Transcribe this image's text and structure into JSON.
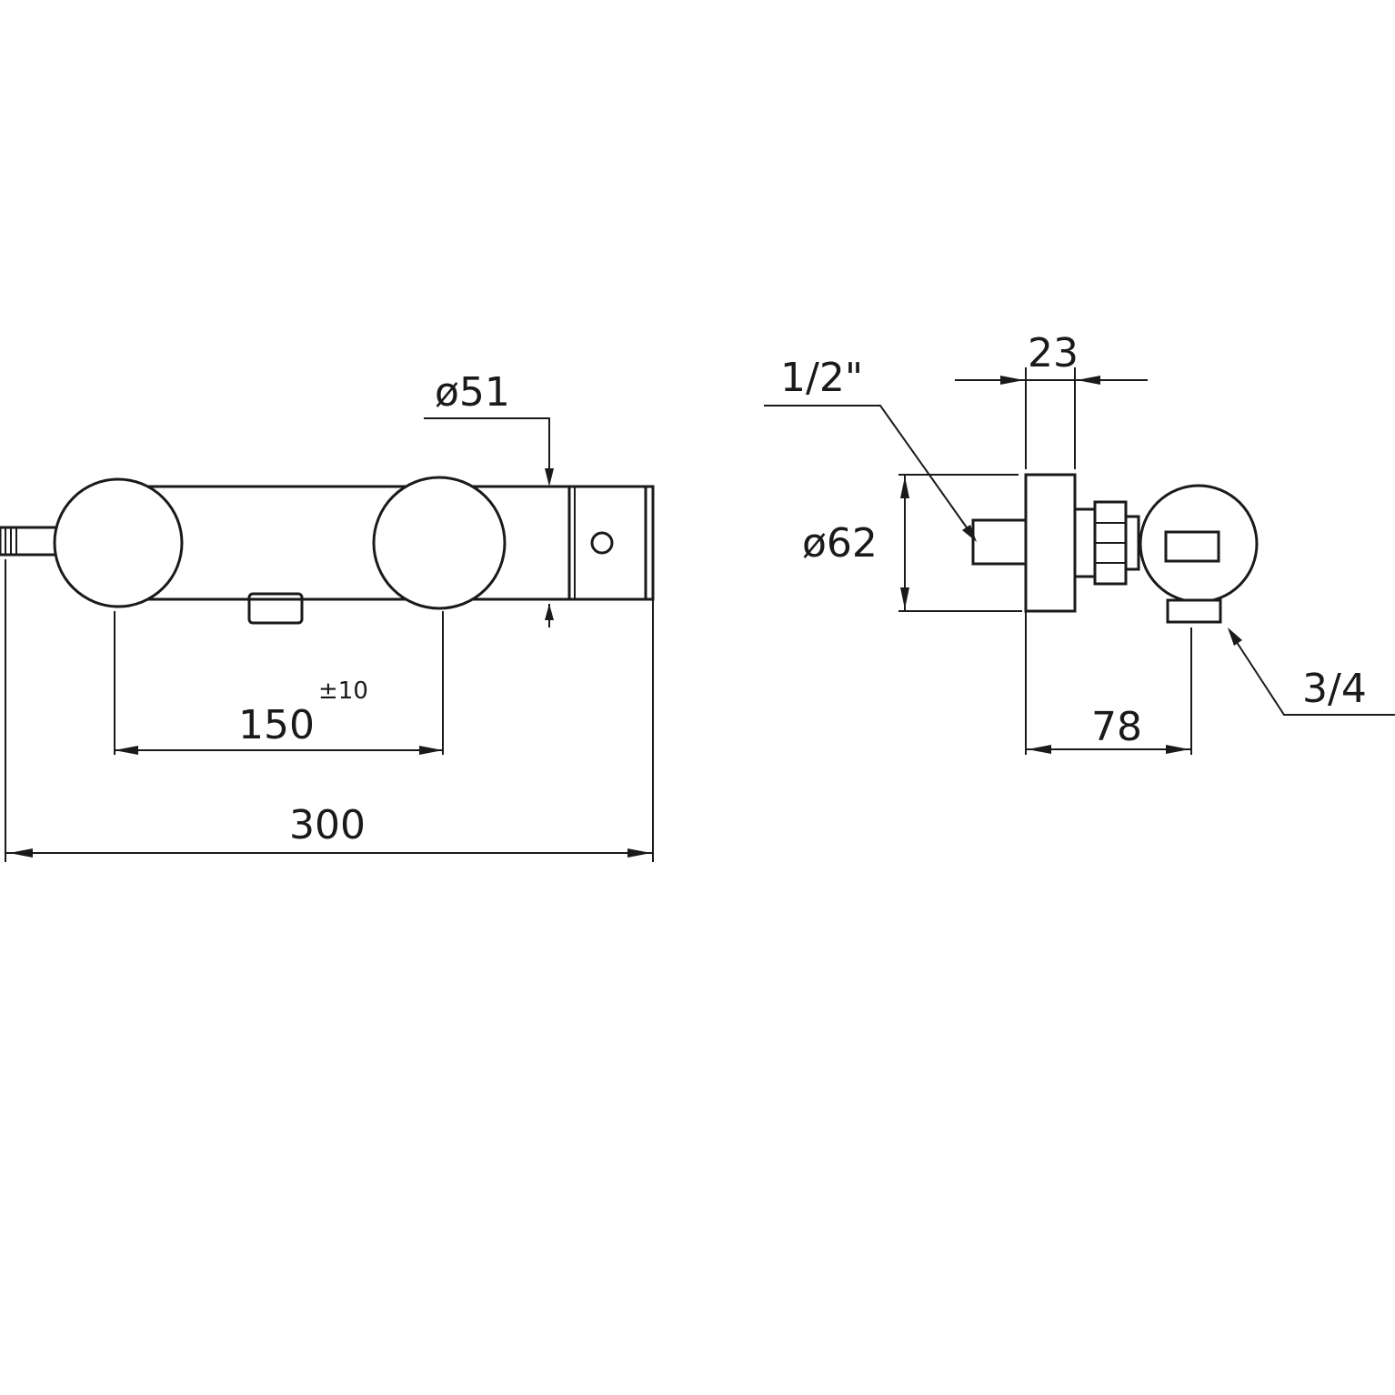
{
  "drawing": {
    "front_view": {
      "dim_diameter_body": "ø51",
      "dim_inlet_spacing": "150",
      "dim_inlet_tolerance": "±10",
      "dim_overall_length": "300"
    },
    "side_view": {
      "dim_thread_inlet": "1/2\"",
      "dim_projection_small": "23",
      "dim_diameter_escutcheon": "ø62",
      "dim_projection_depth": "78",
      "dim_thread_outlet": "3/4"
    },
    "colors": {
      "line": "#1a1a1a",
      "background": "#ffffff"
    }
  }
}
